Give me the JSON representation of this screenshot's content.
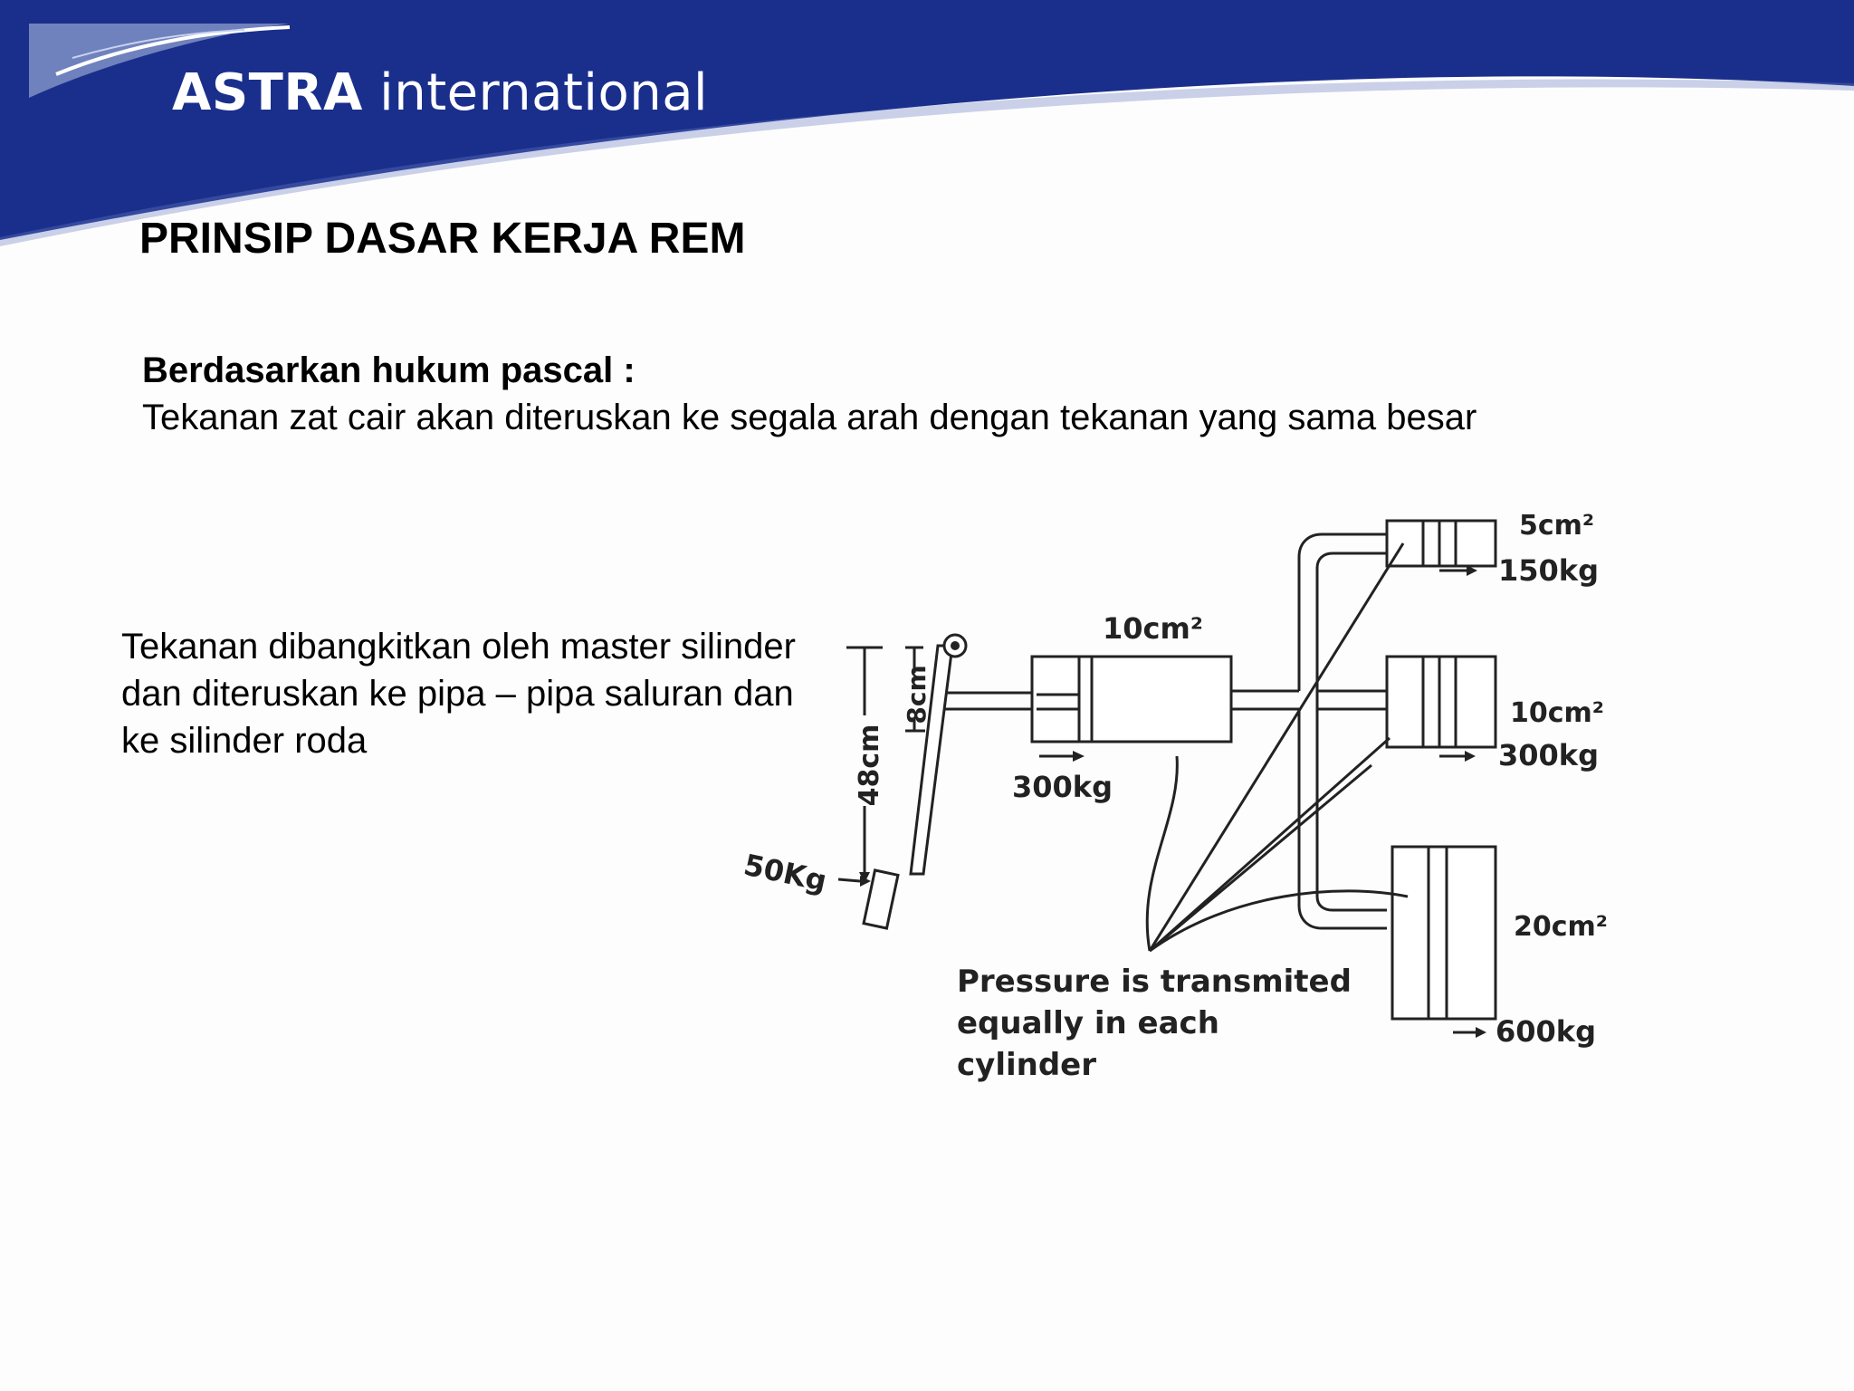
{
  "header": {
    "logo_brand": "ASTRA",
    "logo_suffix": "international",
    "brand_color": "#1a2f8c"
  },
  "slide": {
    "title": "PRINSIP DASAR KERJA REM",
    "pascal_heading": "Berdasarkan hukum pascal :",
    "pascal_body": "Tekanan zat cair akan diteruskan ke segala arah dengan tekanan yang sama besar",
    "side_text": "Tekanan dibangkitkan oleh master silinder dan diteruskan ke pipa – pipa saluran dan ke silinder roda"
  },
  "diagram": {
    "pedal_force": "50Kg",
    "lever_long": "48cm",
    "lever_short": "8cm",
    "master_area": "10cm²",
    "master_force": "300kg",
    "wheel_cylinders": [
      {
        "area": "5cm²",
        "force": "150kg"
      },
      {
        "area": "10cm²",
        "force": "300kg"
      },
      {
        "area": "20cm²",
        "force": "600kg"
      }
    ],
    "caption_lines": [
      "Pressure is transmited",
      "equally in each",
      "cylinder"
    ]
  }
}
